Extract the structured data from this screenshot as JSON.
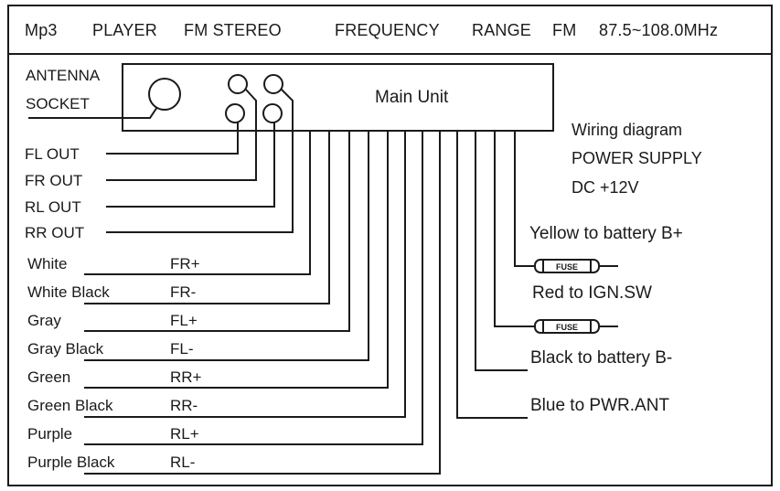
{
  "header": {
    "model": "Mp3",
    "player": "PLAYER",
    "stereo": "FM STEREO",
    "frequency": "FREQUENCY",
    "range": "RANGE",
    "band": "FM",
    "span": "87.5~108.0MHz"
  },
  "main_unit": {
    "label": "Main Unit"
  },
  "antenna": {
    "line1": "ANTENNA",
    "line2": "SOCKET"
  },
  "outputs": [
    "FL OUT",
    "FR OUT",
    "RL OUT",
    "RR OUT"
  ],
  "speaker_wires": [
    {
      "color": "White",
      "channel": "FR+"
    },
    {
      "color": "White Black",
      "channel": "FR-"
    },
    {
      "color": "Gray",
      "channel": "FL+"
    },
    {
      "color": "Gray Black",
      "channel": "FL-"
    },
    {
      "color": "Green",
      "channel": "RR+"
    },
    {
      "color": "Green Black",
      "channel": "RR-"
    },
    {
      "color": "Purple",
      "channel": "RL+"
    },
    {
      "color": "Purple Black",
      "channel": "RL-"
    }
  ],
  "power_info": {
    "line1": "Wiring diagram",
    "line2": "POWER SUPPLY",
    "line3": "DC  +12V"
  },
  "power_wires": [
    "Yellow to battery B+",
    "Red to IGN.SW",
    "Black to battery B-",
    "Blue to PWR.ANT"
  ],
  "fuse_label": "FUSE"
}
